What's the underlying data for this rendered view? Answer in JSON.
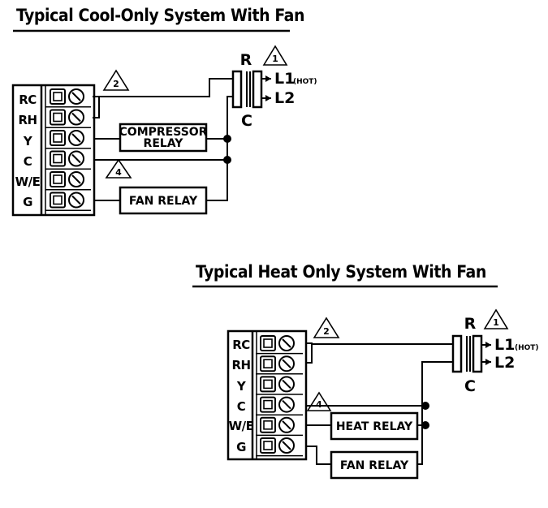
{
  "diagram1": {
    "title": "Typical Cool-Only System With Fan",
    "terminals": [
      "RC",
      "RH",
      "Y",
      "C",
      "W/E",
      "G"
    ],
    "relays": {
      "compressor_line1": "COMPRESSOR",
      "compressor_line2": "RELAY",
      "fan": "FAN RELAY"
    },
    "transformer": {
      "r": "R",
      "c": "C",
      "l1": "L1",
      "l1_note": "(HOT)",
      "l2": "L2"
    },
    "notes": {
      "n1": "1",
      "n2": "2",
      "n4": "4"
    }
  },
  "diagram2": {
    "title": "Typical Heat Only System With Fan",
    "terminals": [
      "RC",
      "RH",
      "Y",
      "C",
      "W/E",
      "G"
    ],
    "relays": {
      "heat": "HEAT RELAY",
      "fan": "FAN RELAY"
    },
    "transformer": {
      "r": "R",
      "c": "C",
      "l1": "L1",
      "l1_note": "(HOT)",
      "l2": "L2"
    },
    "notes": {
      "n1": "1",
      "n2": "2",
      "n4": "4"
    }
  }
}
